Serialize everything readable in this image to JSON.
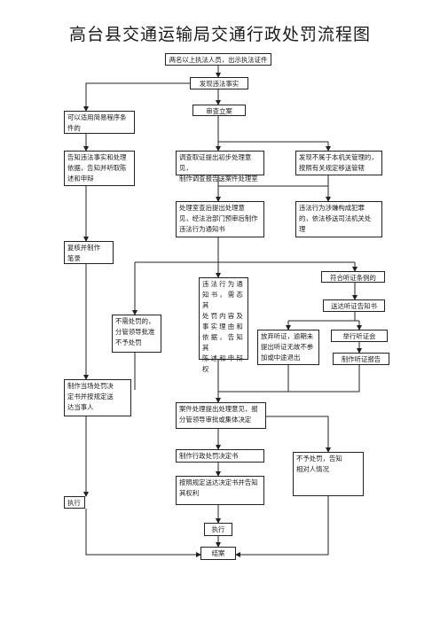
{
  "title": "高台县交通运输局交通行政处罚流程图",
  "nodes": {
    "n01": "两名以上执法人员，出示执法证件",
    "n02": "发现违法事实",
    "n03": "可以适用简易程序条\n件的",
    "n04": "审查立案",
    "n05": "告知违法事实和处理\n依据，告知并听取陈\n述和申辩",
    "n06": "调查取证提出初步处理意见，\n制作调查报告送案件处理室",
    "n07": "发现不属于本机关管理的，\n按照有关规定移送管辖",
    "n08": "处理室查后提出处理意\n见，经法治部门预审后制作\n违法行为通知书",
    "n09": "违法行为涉嫌构成犯罪\n的，依法移送司法机关处\n理",
    "n10": "复核并制作\n笔录",
    "n11": "违法行为通\n知书，需态其\n处罚内容及\n事实理由和\n依据，告知其\n陈述和申辩\n权",
    "n12": "符合听证条例的",
    "n13": "送达听证告知书",
    "n14": "不需处罚的，\n分管领导批准\n不予处罚",
    "n15": "放弃听证，逾期未\n提出听证无故不参\n加或中途退出",
    "n16": "举行听证会",
    "n17": "制作听证报告",
    "n18": "制作当场处罚决\n定书并按规定送\n达当事人",
    "n19": "案件处理提出处理意见，报\n分管领导审批或集体决定",
    "n20": "制作行政处罚决定书",
    "n21": "不予处罚，告知\n相对人情况",
    "n22": "按照规定送达决定书并告知\n其权利",
    "n23": "执行",
    "n24": "执行",
    "n25": "结案"
  }
}
